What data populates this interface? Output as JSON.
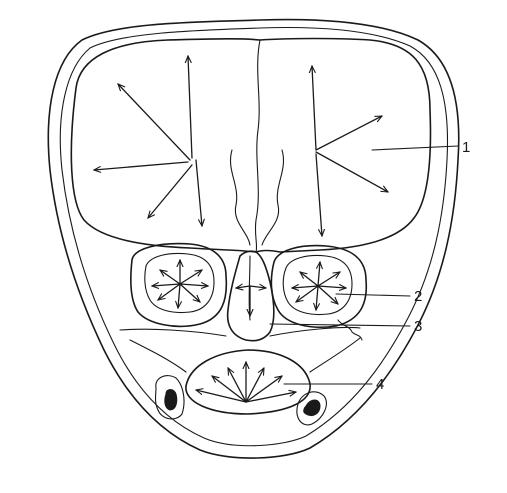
{
  "figure": {
    "labels": [
      {
        "id": "1",
        "text": "1"
      },
      {
        "id": "2",
        "text": "2"
      },
      {
        "id": "3",
        "text": "3"
      },
      {
        "id": "4",
        "text": "4"
      }
    ]
  },
  "colors": {
    "ink": "#1a1a1a",
    "background": "#ffffff"
  }
}
